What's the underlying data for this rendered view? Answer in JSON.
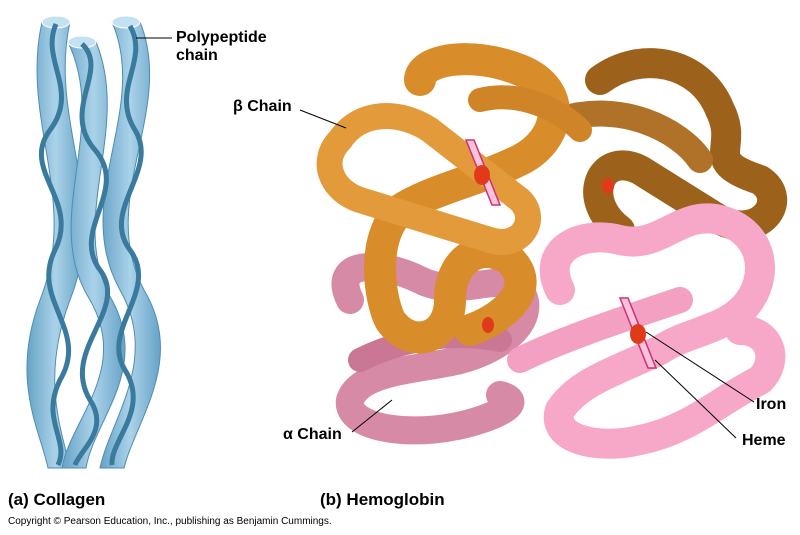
{
  "figure": {
    "panels": [
      {
        "id": "a",
        "caption": "(a) Collagen",
        "labels": {
          "polypeptide_line1": "Polypeptide",
          "polypeptide_line2": "chain"
        }
      },
      {
        "id": "b",
        "caption": "(b) Hemoglobin",
        "labels": {
          "beta_chain": "β Chain",
          "alpha_chain": "α Chain",
          "iron": "Iron",
          "heme": "Heme"
        }
      }
    ],
    "copyright": "Copyright © Pearson Education, Inc., publishing as Benjamin Cummings.",
    "colors": {
      "collagen_tube": "#7fb6d6",
      "collagen_strand": "#1e6a92",
      "beta_gold": "#d98c2a",
      "beta_brown": "#9c621c",
      "alpha_mauve": "#d68aa6",
      "alpha_pink": "#f7a8c8",
      "heme": "#f9c4d8",
      "iron": "#e03a1a"
    }
  }
}
